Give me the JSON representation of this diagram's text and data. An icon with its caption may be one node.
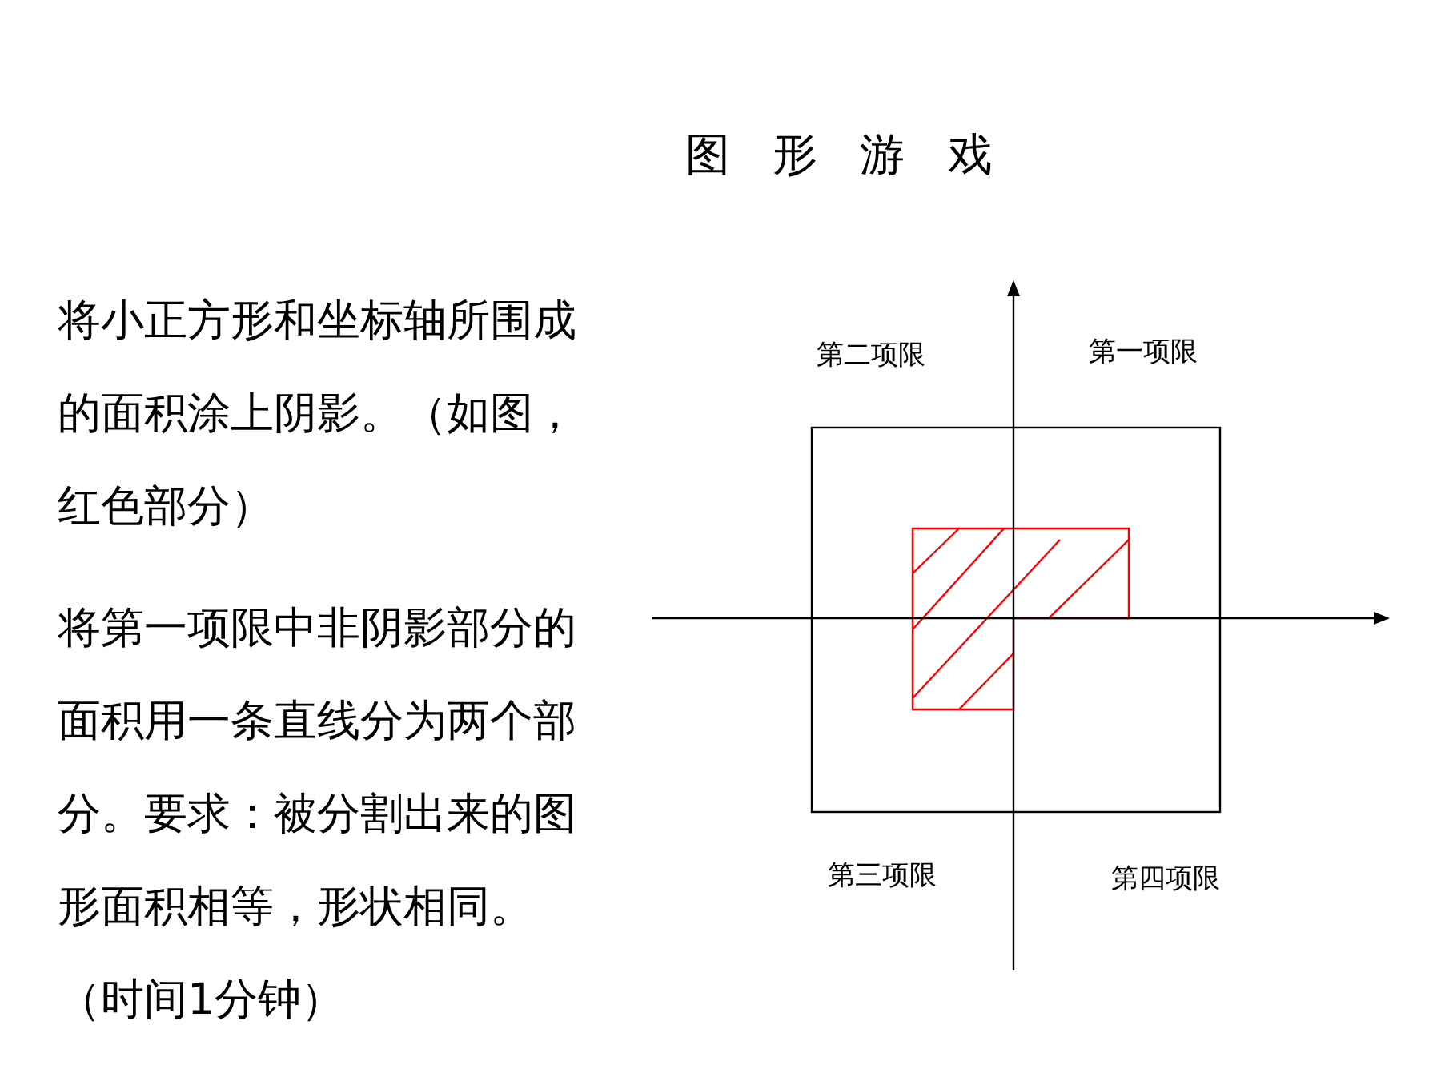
{
  "diagram": {
    "title": "图形游戏",
    "labels": [
      "将小正方形和坐标轴所围成的面积涂上阴影。（如图，红色部分）",
      "将第一项限中非阴影部分的面积用一条直线分为两个部分。要求：被分割出来的图形面积相等，形状相同。（时间1分钟）",
      "第二项限",
      "第一项限",
      "第三项限",
      "第四项限"
    ]
  }
}
